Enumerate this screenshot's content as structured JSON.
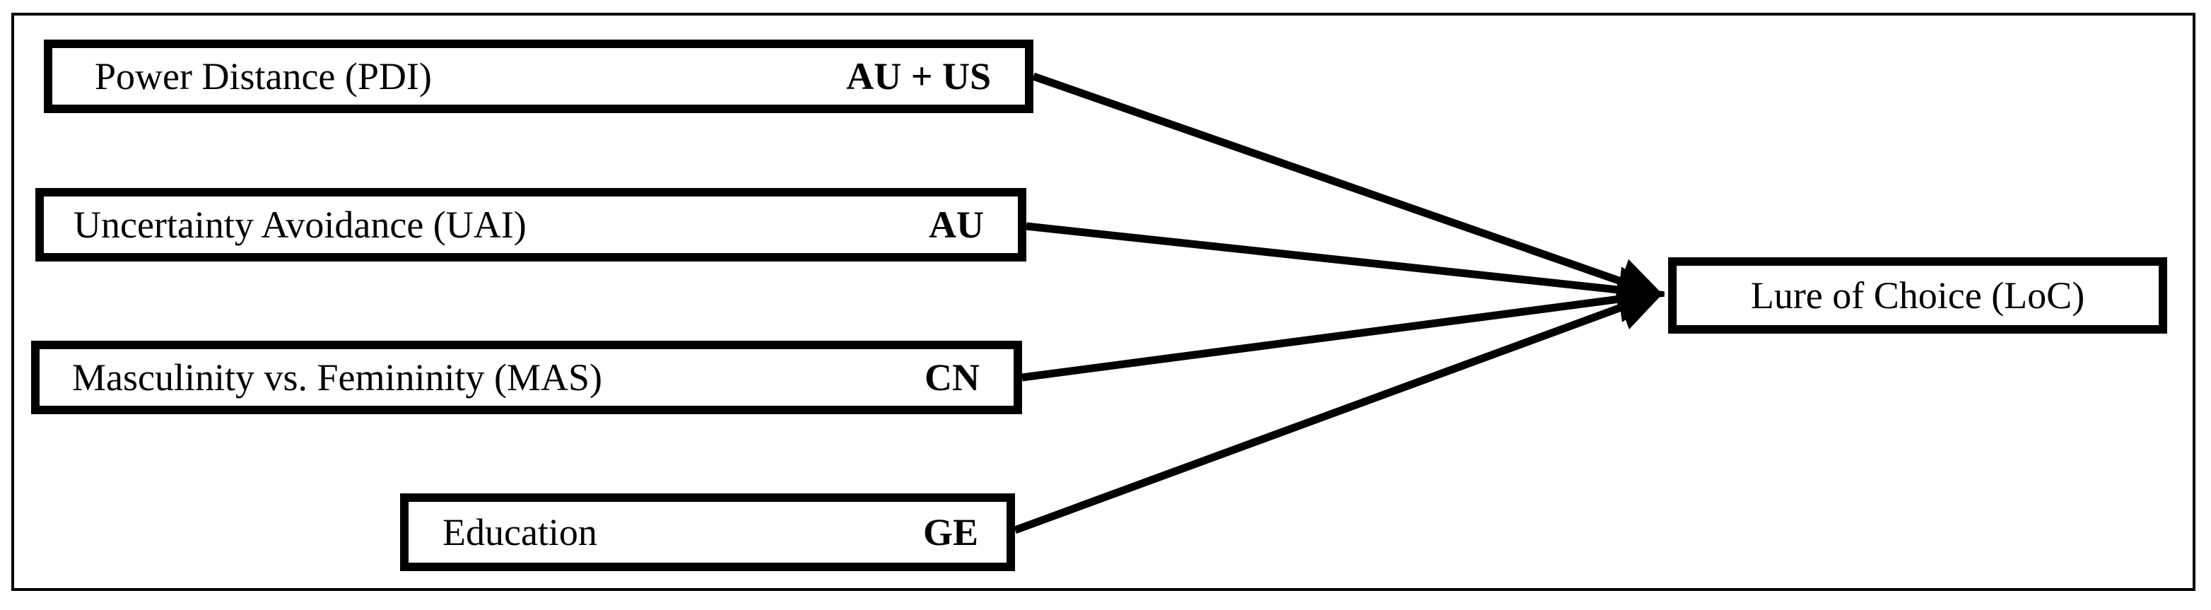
{
  "diagram": {
    "factors": [
      {
        "label": "Power Distance (PDI)",
        "tag": "AU + US"
      },
      {
        "label": "Uncertainty Avoidance (UAI)",
        "tag": "AU"
      },
      {
        "label": "Masculinity vs. Femininity (MAS)",
        "tag": "CN"
      },
      {
        "label": "Education",
        "tag": "GE"
      }
    ],
    "outcome": {
      "label": "Lure of Choice (LoC)"
    },
    "edges": [
      {
        "from": "Power Distance (PDI)",
        "to": "Lure of Choice (LoC)"
      },
      {
        "from": "Uncertainty Avoidance (UAI)",
        "to": "Lure of Choice (LoC)"
      },
      {
        "from": "Masculinity vs. Femininity (MAS)",
        "to": "Lure of Choice (LoC)"
      },
      {
        "from": "Education",
        "to": "Lure of Choice (LoC)"
      }
    ],
    "colors": {
      "stroke": "#000000",
      "background": "#ffffff"
    }
  }
}
